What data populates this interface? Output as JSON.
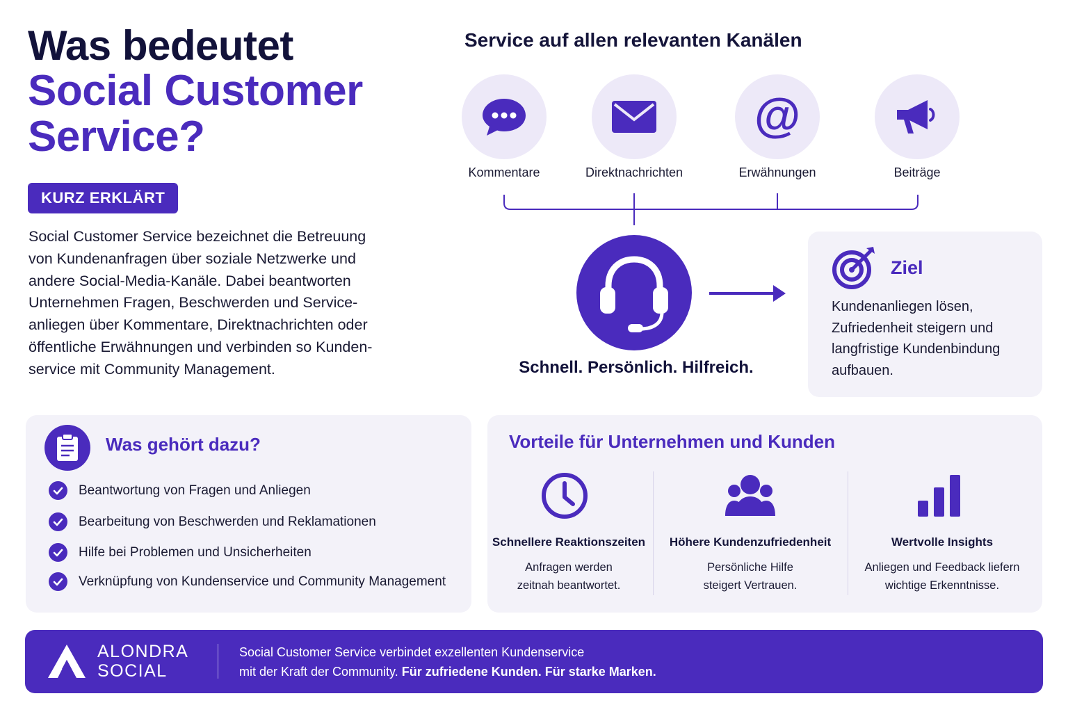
{
  "title": {
    "line1": "Was bedeutet",
    "line2": "Social Customer",
    "line3": "Service?"
  },
  "badge": "KURZ ERKLÄRT",
  "intro": [
    "Social Customer Service bezeichnet die Betreuung",
    "von Kundenanfragen über soziale Netzwerke und",
    "andere Social-Media-Kanäle. Dabei beantworten",
    "Unternehmen Fragen, Beschwerden und Service-",
    "anliegen über Kommentare, Direktnachrichten oder",
    "öffentliche Erwähnungen und verbinden so Kunden-",
    "service mit Community Management."
  ],
  "channels": {
    "title": "Service auf allen relevanten Kanälen",
    "items": [
      {
        "label": "Kommentare",
        "icon": "chat-bubble-icon"
      },
      {
        "label": "Direktnachrichten",
        "icon": "envelope-icon"
      },
      {
        "label": "Erwähnungen",
        "icon": "at-sign-icon"
      },
      {
        "label": "Beiträge",
        "icon": "megaphone-icon"
      }
    ]
  },
  "slogan": "Schnell. Persönlich. Hilfreich.",
  "goal": {
    "title": "Ziel",
    "lines": [
      "Kundenanliegen lösen,",
      "Zufriedenheit steigern und",
      "langfristige Kundenbindung",
      "aufbauen."
    ]
  },
  "includes": {
    "title": "Was gehört dazu?",
    "items": [
      "Beantwortung von Fragen und Anliegen",
      "Bearbeitung von Beschwerden und Reklamationen",
      "Hilfe bei Problemen und Unsicherheiten",
      "Verknüpfung von Kundenservice und Community Management"
    ]
  },
  "benefits": {
    "title": "Vorteile für Unternehmen und Kunden",
    "items": [
      {
        "title": "Schnellere Reaktionszeiten",
        "lines": [
          "Anfragen werden",
          "zeitnah beantwortet."
        ],
        "icon": "clock-icon"
      },
      {
        "title": "Höhere Kundenzufriedenheit",
        "lines": [
          "Persönliche Hilfe",
          "steigert Vertrauen."
        ],
        "icon": "users-icon"
      },
      {
        "title": "Wertvolle Insights",
        "lines": [
          "Anliegen und Feedback liefern",
          "wichtige Erkenntnisse."
        ],
        "icon": "bar-chart-icon"
      }
    ]
  },
  "footer": {
    "brand_line1": "ALONDRA",
    "brand_line2": "SOCIAL",
    "text_line1": "Social Customer Service verbindet exzellenten Kundenservice",
    "text_line2_regular": "mit der Kraft der Community. ",
    "text_line2_bold": "Für zufriedene Kunden. Für starke Marken."
  },
  "colors": {
    "accent": "#4a2bbd",
    "dark": "#12123a",
    "circle_bg": "#ede9f8",
    "card_bg": "#f3f2f9"
  }
}
